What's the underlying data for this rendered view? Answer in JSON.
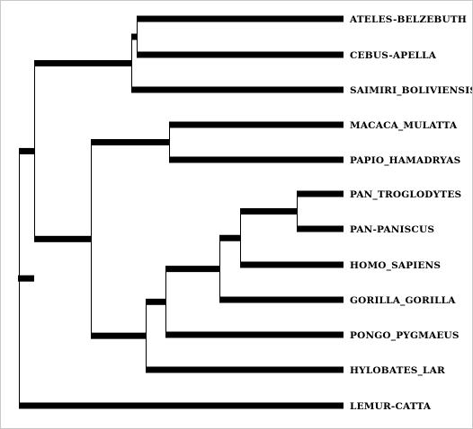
{
  "tree": {
    "line_color": "#000000",
    "label_color": "#000000",
    "taxa": [
      {
        "id": "ateles",
        "label": "ATELES-BELZEBUTH"
      },
      {
        "id": "cebus",
        "label": "CEBUS-APELLA"
      },
      {
        "id": "saimiri",
        "label": "SAIMIRI_BOLIVIENSIS"
      },
      {
        "id": "macaca",
        "label": "MACACA_MULATTA"
      },
      {
        "id": "papio",
        "label": "PAPIO_HAMADRYAS"
      },
      {
        "id": "pantro",
        "label": "PAN_TROGLODYTES"
      },
      {
        "id": "panpan",
        "label": "PAN-PANISCUS"
      },
      {
        "id": "homo",
        "label": "HOMO_SAPIENS"
      },
      {
        "id": "gorilla",
        "label": "GORILLA_GORILLA"
      },
      {
        "id": "pongo",
        "label": "PONGO_PYGMAEUS"
      },
      {
        "id": "hylobates",
        "label": "HYLOBATES_LAR"
      },
      {
        "id": "lemur",
        "label": "LEMUR-CATTA"
      }
    ]
  }
}
